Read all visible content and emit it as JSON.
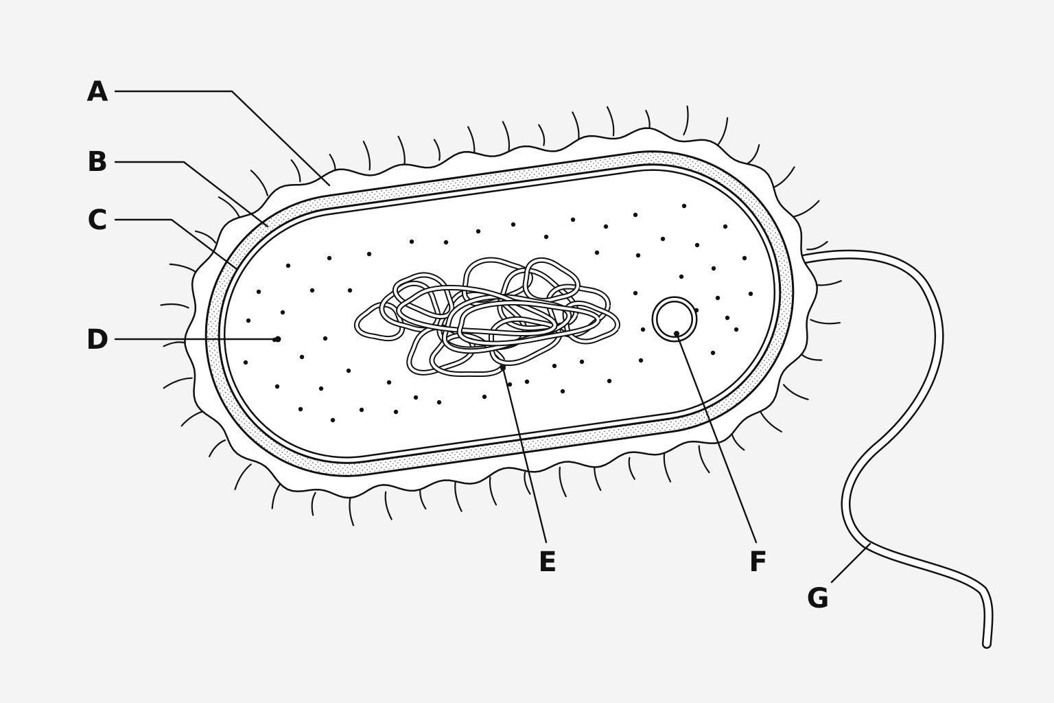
{
  "labels": {
    "a": "A",
    "b": "B",
    "c": "C",
    "d": "D",
    "e": "E",
    "f": "F",
    "g": "G"
  },
  "colors": {
    "background": "#f4f4f4",
    "ink": "#111111",
    "fill": "#ffffff"
  }
}
